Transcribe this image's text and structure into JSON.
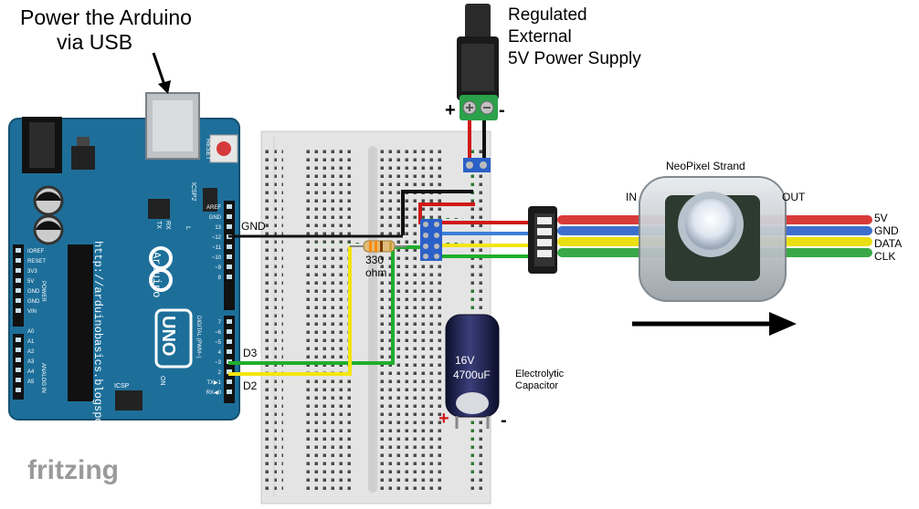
{
  "labels": {
    "power_usb_line1": "Power the Arduino",
    "power_usb_line2": "via USB",
    "supply_line1": "Regulated",
    "supply_line2": "External",
    "supply_line3": "5V Power Supply",
    "supply_plus": "+",
    "supply_minus": "-",
    "gnd_wire": "GND",
    "d3_wire": "D3",
    "d2_wire": "D2",
    "resistor_value": "330",
    "resistor_unit": "ohm",
    "cap_voltage": "16V",
    "cap_capacitance": "4700uF",
    "cap_name_line1": "Electrolytic",
    "cap_name_line2": "Capacitor",
    "cap_plus": "+",
    "cap_minus": "-",
    "neopixel_title": "NeoPixel Strand",
    "neopixel_in": "IN",
    "neopixel_out": "OUT",
    "strand_5v": "5V",
    "strand_gnd": "GND",
    "strand_data": "DATA",
    "strand_clk": "CLK",
    "watermark": "fritzing"
  },
  "arduino": {
    "url_text": "http://arduinobasics.blogspot.com",
    "brand": "Arduino",
    "model": "UNO",
    "reset": "RESET",
    "icsp": "ICSP",
    "icsp2": "ICSP2",
    "tx": "TX",
    "rx": "RX",
    "led_l": "L",
    "on": "ON",
    "left_pins": [
      "IOREF",
      "RESET",
      "3V3",
      "5V",
      "GND",
      "GND",
      "VIN",
      "",
      "A0",
      "A1",
      "A2",
      "A3",
      "A4",
      "A5"
    ],
    "right_pins_top": [
      "AREF",
      "GND",
      "13",
      "~12",
      "~11",
      "~10",
      "~9",
      "8"
    ],
    "right_pins_bottom": [
      "7",
      "~6",
      "~5",
      "4",
      "~3",
      "2",
      "TX▶1",
      "RX◀0"
    ],
    "power_label": "POWER",
    "analog_label": "ANALOG IN",
    "digital_label": "DIGITAL (PWM~)"
  },
  "colors": {
    "board": "#1d6f9a",
    "wire_red": "#d01818",
    "wire_black": "#111111",
    "wire_green": "#1fae2c",
    "wire_yellow": "#f3e60e",
    "wire_blue": "#3d7fd8",
    "terminal_green": "#2aa14a",
    "cap_body": "#1a1c44"
  },
  "icons": {
    "arrow_usb": "arrow-down-icon",
    "arrow_flow": "arrow-right-icon"
  }
}
